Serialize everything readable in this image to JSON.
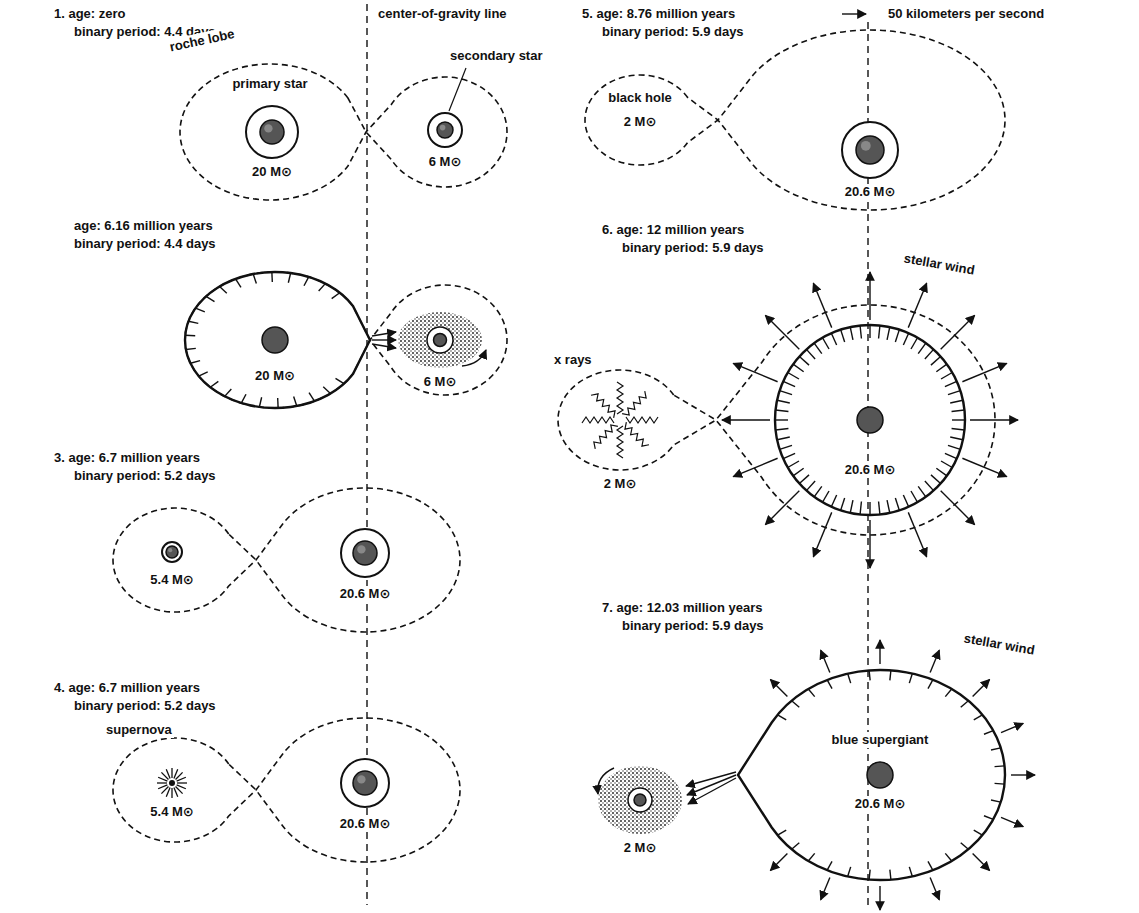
{
  "diagram": {
    "labels": [
      "1. age: zero",
      "binary period: 4.4 days",
      "center-of-gravity line",
      "roche lobe",
      "primary star",
      "secondary star",
      "20 M⊙",
      "6 M⊙",
      "age: 6.16 million years",
      "binary period: 4.4 days",
      "20 M⊙",
      "6 M⊙",
      "3. age: 6.7 million years",
      "binary period: 5.2 days",
      "5.4 M⊙",
      "20.6 M⊙",
      "4. age: 6.7 million years",
      "binary period: 5.2 days",
      "supernova",
      "5.4 M⊙",
      "20.6 M⊙",
      "5. age: 8.76 million years",
      "binary period: 5.9 days",
      "50 kilometers per second",
      "black hole",
      "2 M⊙",
      "20.6 M⊙",
      "6. age: 12 million years",
      "binary period: 5.9 days",
      "stellar wind",
      "x rays",
      "2 M⊙",
      "20.6 M⊙",
      "7. age: 12.03 million years",
      "binary period: 5.9 days",
      "stellar wind",
      "blue supergiant",
      "2 M⊙",
      "20.6 M⊙"
    ]
  }
}
